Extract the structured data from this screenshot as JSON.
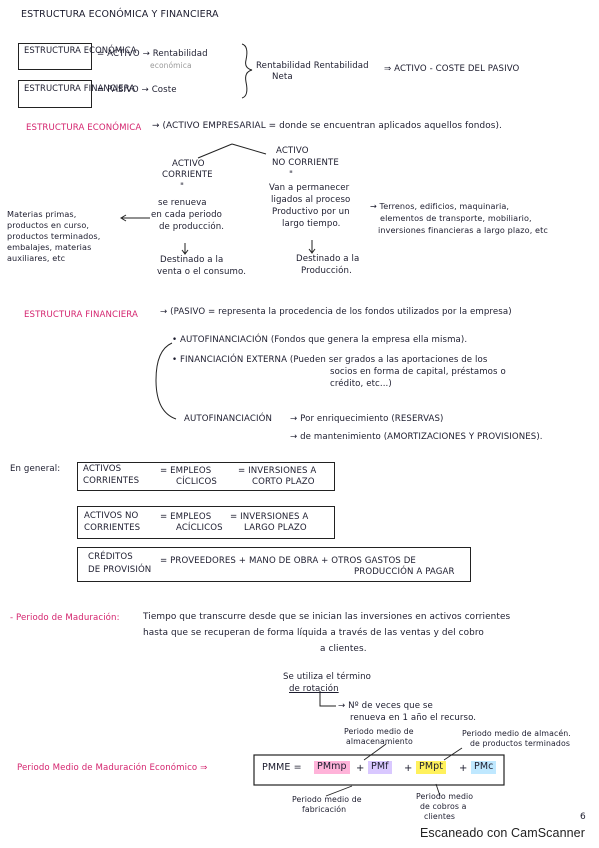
{
  "title": "ESTRUCTURA ECONÓMICA Y FINANCIERA",
  "intro": {
    "box_econ": "ESTRUCTURA ECONÓMICA",
    "box_fin": "ESTRUCTURA FINANCIERA",
    "econ_eq": "= ACTIVO → Rentabilidad",
    "econ_faint": "económica",
    "fin_eq": "= PASIVO → Coste",
    "brace_text": "Rentabilidad Rentabilidad",
    "brace_text2": "Neta",
    "result": "⇒ ACTIVO - COSTE DEL PASIVO"
  },
  "econ": {
    "heading": "ESTRUCTURA ECONÓMICA",
    "definition": "→ (ACTIVO EMPRESARIAL = donde se encuentran aplicados aquellos fondos).",
    "ac_title1": "ACTIVO",
    "ac_title2": "CORRIENTE",
    "ac_desc1": "se renueva",
    "ac_desc2": "en cada periodo",
    "ac_desc3": "de producción.",
    "ac_dest1": "Destinado a la",
    "ac_dest2": "venta o el consumo.",
    "anc_title1": "ACTIVO",
    "anc_title2": "NO CORRIENTE",
    "anc_desc1": "Van a permanecer",
    "anc_desc2": "ligados al proceso",
    "anc_desc3": "Productivo por un",
    "anc_desc4": "largo tiempo.",
    "anc_dest1": "Destinado a la",
    "anc_dest2": "Producción.",
    "left_list": [
      "Materias primas,",
      "productos en curso,",
      "productos terminados,",
      "embalajes, materias",
      "auxiliares, etc"
    ],
    "right_list": [
      "→ Terrenos, edificios, maquinaria,",
      "elementos de transporte, mobiliario,",
      "inversiones financieras a largo plazo, etc"
    ]
  },
  "fin": {
    "heading": "ESTRUCTURA FINANCIERA",
    "definition": "→ (PASIVO = representa la procedencia de los fondos utilizados por la empresa)",
    "item1": "• AUTOFINANCIACIÓN (Fondos que genera la empresa ella misma).",
    "item2a": "• FINANCIACIÓN EXTERNA (Pueden ser grados a las aportaciones de los",
    "item2b": "socios en forma de capital, préstamos o",
    "item2c": "crédito, etc...)",
    "auto_label": "AUTOFINANCIACIÓN",
    "auto_a": "→ Por enriquecimiento (RESERVAS)",
    "auto_b": "→ de mantenimiento (AMORTIZACIONES Y PROVISIONES)."
  },
  "general": {
    "label": "En general:",
    "r1_a1": "ACTIVOS",
    "r1_a2": "CORRIENTES",
    "r1_b1": "= EMPLEOS",
    "r1_b2": "CÍCLICOS",
    "r1_c1": "= INVERSIONES A",
    "r1_c2": "CORTO PLAZO",
    "r2_a1": "ACTIVOS NO",
    "r2_a2": "CORRIENTES",
    "r2_b1": "= EMPLEOS",
    "r2_b2": "ACÍCLICOS",
    "r2_c1": "= INVERSIONES A",
    "r2_c2": "LARGO PLAZO",
    "r3_a1": "CRÉDITOS",
    "r3_a2": "DE PROVISIÓN",
    "r3_b": "= PROVEEDORES + MANO DE OBRA + OTROS GASTOS DE",
    "r3_b2": "PRODUCCIÓN A PAGAR"
  },
  "maduracion": {
    "label": "- Periodo de Maduración:",
    "text1": "Tiempo que transcurre desde que se inician las inversiones en activos corrientes",
    "text2": "hasta que se recuperan de forma líquida a través de las ventas y del cobro",
    "text3": "a clientes.",
    "note1": "Se utiliza el término",
    "note2": "de rotación",
    "note3": "→ Nº de veces que se",
    "note4": "renueva en 1 año el recurso."
  },
  "pmme": {
    "label": "Periodo Medio de Maduración Económico ⇒",
    "formula_lhs": "PMME =",
    "t1": "PMmp",
    "t2": "PMf",
    "t3": "PMpt",
    "t4": "PMc",
    "plus": "+",
    "ann_top1a": "Periodo medio de",
    "ann_top1b": "almacenamiento",
    "ann_top2a": "Periodo medio de almacén.",
    "ann_top2b": "de productos terminados",
    "ann_bot1a": "Periodo medio de",
    "ann_bot1b": "fabricación",
    "ann_bot2a": "Periodo medio",
    "ann_bot2b": "de cobros a",
    "ann_bot2c": "clientes"
  },
  "page_number": "6",
  "footer": "Escaneado con CamScanner",
  "colors": {
    "accent": "#d4246e",
    "ink": "#1c1c2e",
    "hl_pink": "#ffb3d9",
    "hl_yellow": "#fff15c",
    "hl_blue": "#bfe8ff"
  }
}
